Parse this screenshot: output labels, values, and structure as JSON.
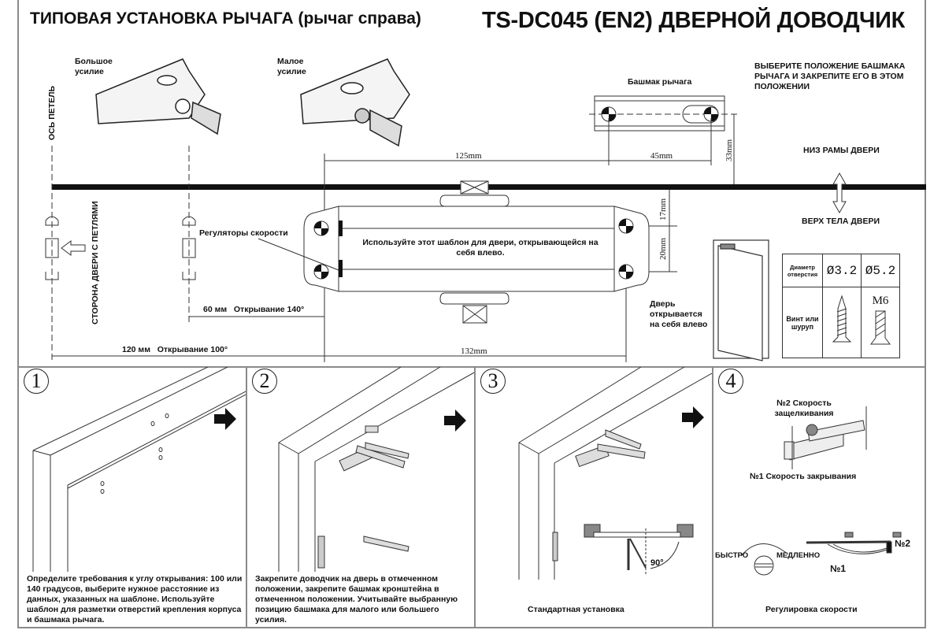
{
  "header": {
    "title_left": "ТИПОВАЯ УСТАНОВКА РЫЧАГА (рычаг справа)",
    "title_right": "TS-DC045 (EN2) ДВЕРНОЙ ДОВОДЧИК"
  },
  "template": {
    "force_large": "Большое усилие",
    "force_small": "Малое усилие",
    "hinge_axis": "ОСЬ ПЕТЕЛЬ",
    "hinge_side": "СТОРОНА ДВЕРИ С ПЕТЛЯМИ",
    "shoe_label": "Башмак рычага",
    "shoe_instruction": "ВЫБЕРИТЕ ПОЛОЖЕНИЕ БАШМАКА РЫЧАГА И ЗАКРЕПИТЕ ЕГО В ЭТОМ ПОЛОЖЕНИИ",
    "frame_bottom": "НИЗ РАМЫ ДВЕРИ",
    "door_top": "ВЕРХ ТЕЛА ДВЕРИ",
    "speed_regulators": "Регуляторы скорости",
    "template_note": "Используйте этот шаблон для двери, открывающейся на себя влево.",
    "door_opens": "Дверь открывается на себя влево",
    "dims": {
      "d125": "125mm",
      "d45": "45mm",
      "d33": "33mm",
      "d17": "17mm",
      "d20": "20mm",
      "d132": "132mm",
      "d60": "60 мм   Открывание 140°",
      "d120": "120 мм   Открывание 100°"
    },
    "screw_table": {
      "row1_label": "Диаметр отверстия",
      "hole1": "Ø3.2",
      "hole2": "Ø5.2",
      "row2_label": "Винт или шуруп",
      "bolt": "M6"
    }
  },
  "steps": [
    {
      "num": "1",
      "text": "Определите требования к углу открывания: 100 или 140 градусов, выберите нужное расстояние из данных, указанных на шаблоне. Используйте шаблон для разметки отверстий крепления корпуса и башмака рычага."
    },
    {
      "num": "2",
      "text": "Закрепите доводчик на дверь в отмеченном положении, закрепите башмак кронштейна в отмеченном положении. Учитывайте выбранную позицию башмака для малого или большего усилия."
    },
    {
      "num": "3",
      "caption": "Стандартная установка",
      "angle": "90°"
    },
    {
      "num": "4",
      "speed2": "№2 Скорость защелкивания",
      "speed1": "№1 Скорость закрывания",
      "fast": "БЫСТРО",
      "slow": "МЕДЛЕННО",
      "n1": "№1",
      "n2": "№2",
      "caption": "Регулировка скорости"
    }
  ]
}
